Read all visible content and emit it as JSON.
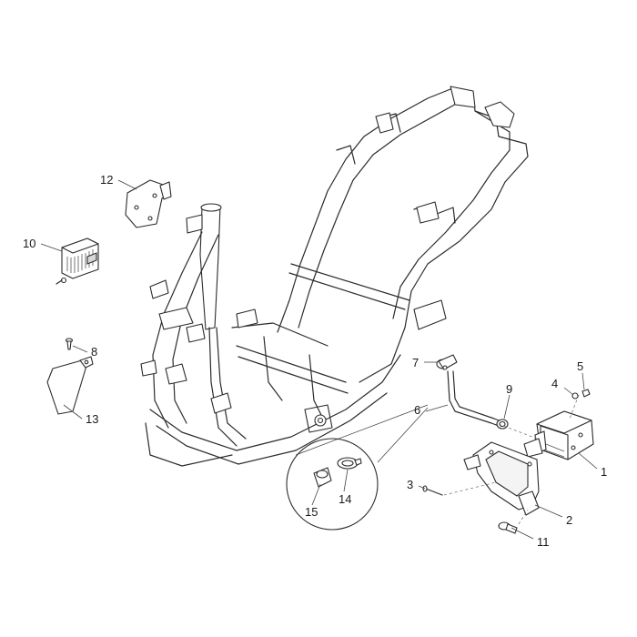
{
  "callouts": [
    {
      "id": "1",
      "label": "1"
    },
    {
      "id": "2",
      "label": "2"
    },
    {
      "id": "3",
      "label": "3"
    },
    {
      "id": "4",
      "label": "4"
    },
    {
      "id": "5",
      "label": "5"
    },
    {
      "id": "6",
      "label": "6"
    },
    {
      "id": "7",
      "label": "7"
    },
    {
      "id": "8",
      "label": "8"
    },
    {
      "id": "9",
      "label": "9"
    },
    {
      "id": "10",
      "label": "10"
    },
    {
      "id": "11",
      "label": "11"
    },
    {
      "id": "12",
      "label": "12"
    },
    {
      "id": "13",
      "label": "13"
    },
    {
      "id": "14",
      "label": "14"
    },
    {
      "id": "15",
      "label": "15"
    }
  ],
  "colors": {
    "line": "#2b2b2b",
    "background": "#ffffff"
  }
}
